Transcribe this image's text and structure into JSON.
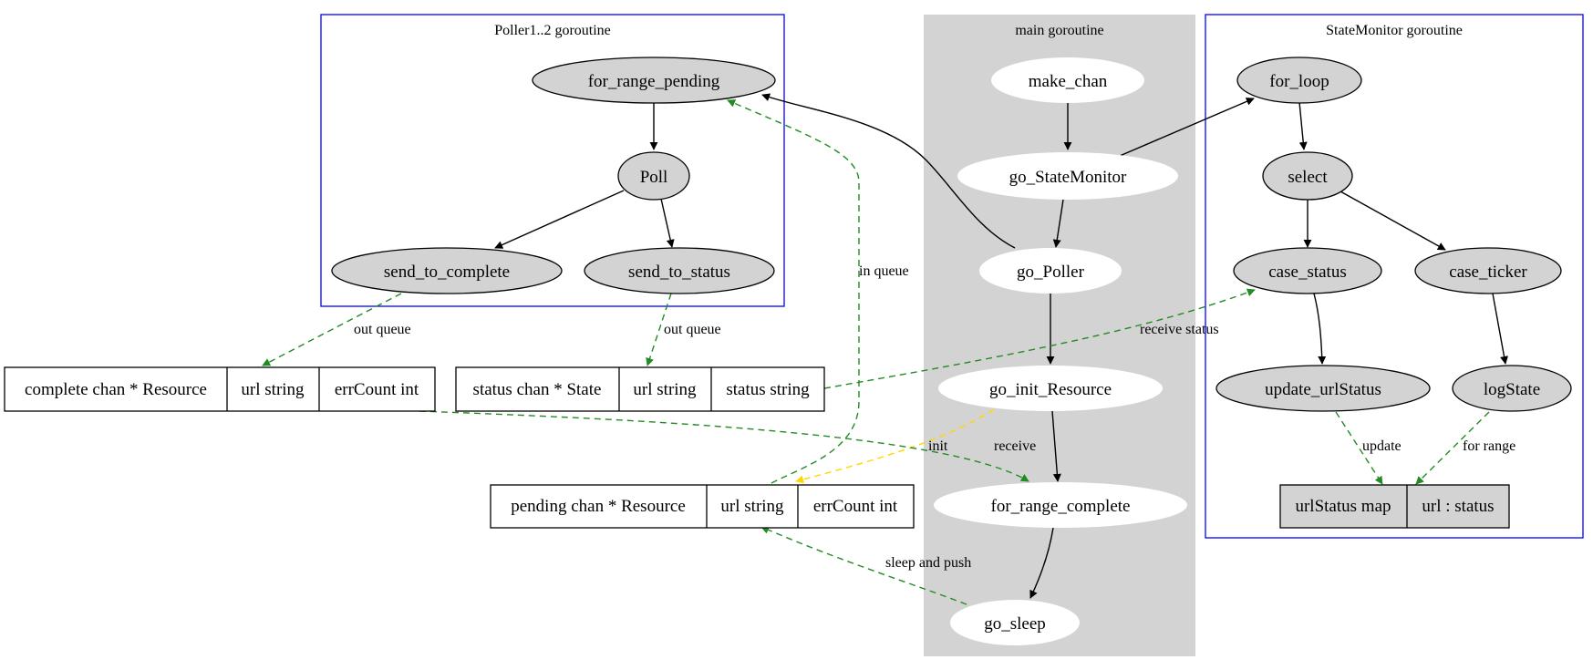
{
  "clusters": {
    "poller": "Poller1..2 goroutine",
    "main": "main goroutine",
    "statemonitor": "StateMonitor goroutine"
  },
  "nodes": {
    "for_range_pending": "for_range_pending",
    "poll": "Poll",
    "send_to_complete": "send_to_complete",
    "send_to_status": "send_to_status",
    "make_chan": "make_chan",
    "go_statemonitor": "go_StateMonitor",
    "go_poller": "go_Poller",
    "go_init_resource": "go_init_Resource",
    "for_range_complete": "for_range_complete",
    "go_sleep": "go_sleep",
    "for_loop": "for_loop",
    "select": "select",
    "case_status": "case_status",
    "case_ticker": "case_ticker",
    "update_urlstatus": "update_urlStatus",
    "logstate": "logState"
  },
  "records": {
    "complete": [
      "complete chan * Resource",
      "url string",
      "errCount int"
    ],
    "status": [
      "status chan * State",
      "url string",
      "status string"
    ],
    "pending": [
      "pending chan * Resource",
      "url string",
      "errCount int"
    ],
    "urlstatus": [
      "urlStatus map",
      "url : status"
    ]
  },
  "edge_labels": {
    "out_queue_1": "out queue",
    "out_queue_2": "out queue",
    "in_queue": "in queue",
    "receive_status": "receive status",
    "init": "init",
    "receive": "receive",
    "update": "update",
    "for_range": "for range",
    "sleep_and_push": "sleep and push"
  },
  "colors": {
    "cluster_border": "#0000ff",
    "main_fill": "#d3d3d3",
    "node_fill": "#d3d3d3",
    "dashed_edge": "#228b22",
    "init_edge": "#ffd700"
  }
}
